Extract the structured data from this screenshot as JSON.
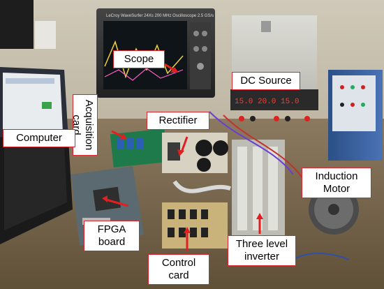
{
  "labels": {
    "scope": "Scope",
    "dc_source": "DC Source",
    "acquisition_card": "Acquisition\ncard",
    "rectifier": "Rectifier",
    "computer": "Computer",
    "induction_motor": "Induction\nMotor",
    "fpga_board": "FPGA\nboard",
    "three_level_inverter": "Three level\ninverter",
    "control_card": "Control\ncard"
  },
  "scope_panel_text": "LeCroy WaveSurfer 24Xs 200 MHz Oscilloscope 2.5 GS/s",
  "dc_display": "15.0 20.0 15.0",
  "colors": {
    "label_border": "#d9262e",
    "arrow": "#e02020"
  }
}
